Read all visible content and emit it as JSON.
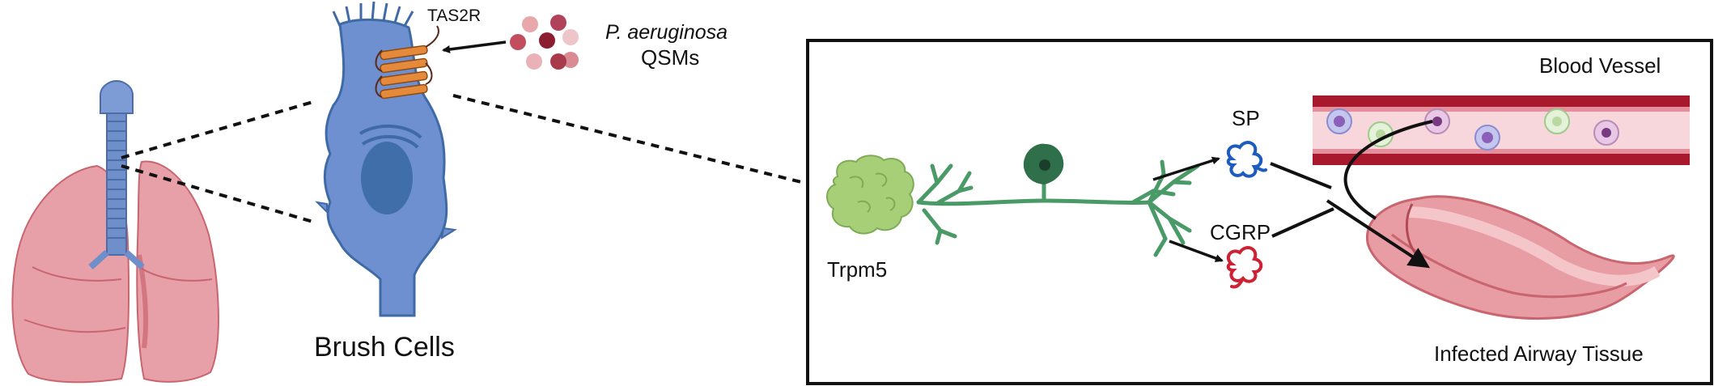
{
  "labels": {
    "brush_cells": "Brush Cells",
    "receptor": "TAS2R",
    "bacterium": "P. aeruginosa",
    "qsm": "QSMs",
    "blood_vessel": "Blood Vessel",
    "sp": "SP",
    "cgrp": "CGRP",
    "trpm5": "Trpm5",
    "infected_tissue": "Infected Airway Tissue"
  },
  "colors": {
    "lung": "#e8a0a8",
    "lung_dark": "#c9656f",
    "trachea": "#6f8fca",
    "brush_cell": "#6f90d0",
    "brush_cell_dark": "#3e6aa6",
    "receptor": "#e5893a",
    "trpm5_cell": "#a6cf78",
    "neuron": "#4a9a68",
    "sp": "#1c5bbf",
    "cgrp": "#cc2233",
    "vessel": "#a8192e",
    "tissue": "#e89ca3"
  }
}
